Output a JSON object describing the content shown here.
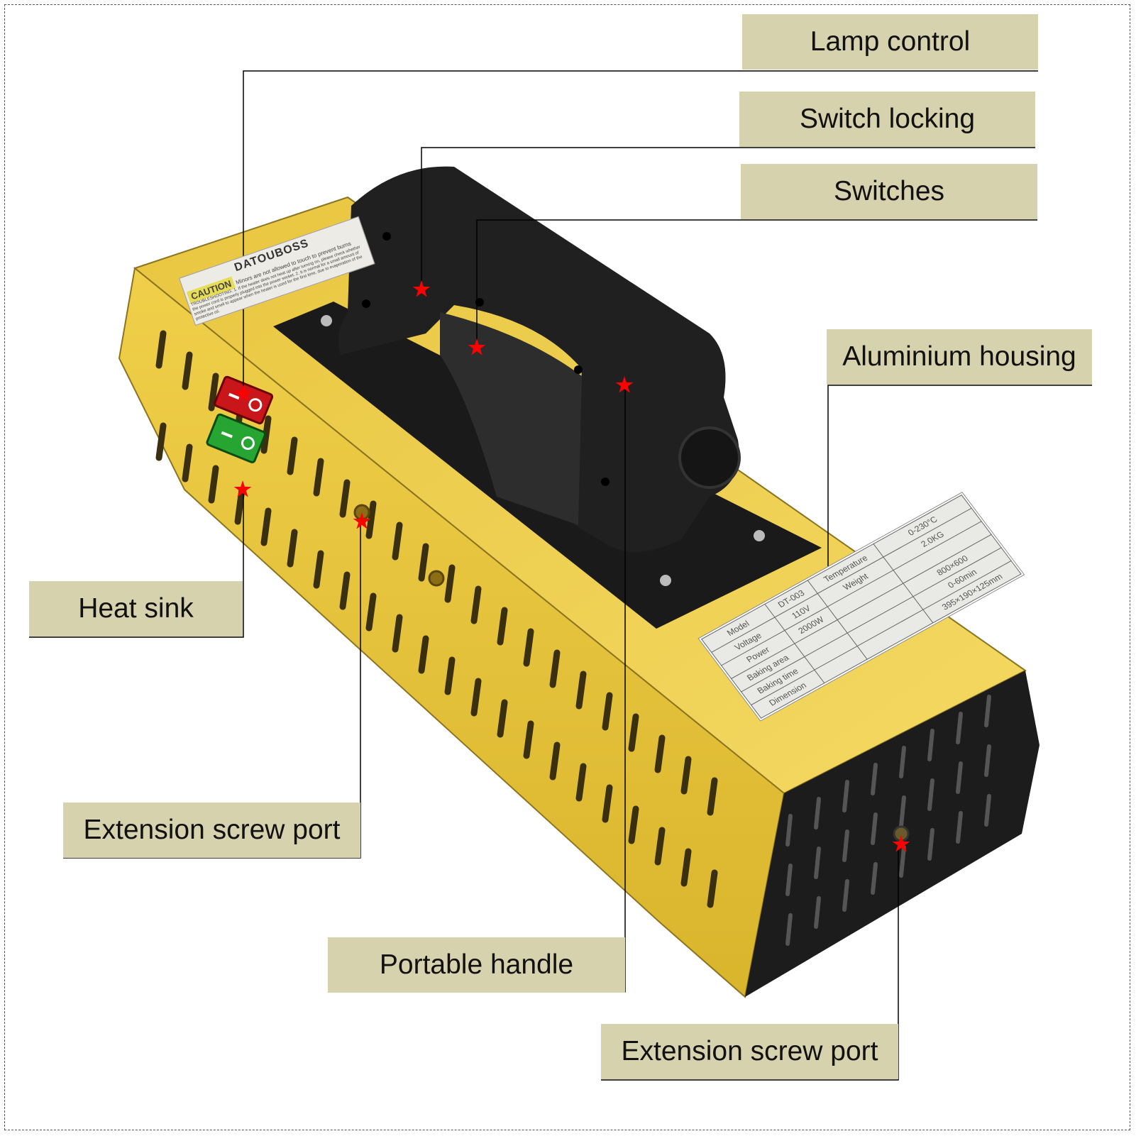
{
  "labels": {
    "lamp_control": "Lamp control",
    "switch_locking": "Switch locking",
    "switches": "Switches",
    "aluminium_housing": "Aluminium housing",
    "heat_sink": "Heat sink",
    "extension_screw_port_side": "Extension screw port",
    "portable_handle": "Portable handle",
    "extension_screw_port_end": "Extension screw port"
  },
  "caution_label": {
    "brand": "DATOUBOSS",
    "caution": "CAUTION",
    "warning": "Minors are not allowed to touch to prevent burns",
    "troubleshooting": "TROUBLESHOOTING: 1. If the heater does not heat up after turning on, please check whether the power cord is properly plugged into the power socket. 2. It is normal for a small amount of smoke and smell to appear when the heater is used for the first time, due to evaporation of the protective oil."
  },
  "spec_plate": {
    "rows": [
      {
        "k1": "Model",
        "v1": "DT-003",
        "k2": "Temperature",
        "v2": "0-230°C"
      },
      {
        "k1": "Voltage",
        "v1": "110V",
        "k2": "Weight",
        "v2": "2.0KG"
      },
      {
        "k1": "Power",
        "v1": "2000W",
        "k2": "",
        "v2": ""
      },
      {
        "k1": "Baking area",
        "v1": "",
        "k2": "",
        "v2": "800×600"
      },
      {
        "k1": "Baking time",
        "v1": "",
        "k2": "",
        "v2": "0-60min"
      },
      {
        "k1": "Dimension",
        "v1": "",
        "k2": "",
        "v2": "395×190×125mm"
      }
    ]
  },
  "colors": {
    "label_bg": "#d6d2ae",
    "housing_yellow": "#e6c23a",
    "marker_red": "#ff0000"
  }
}
